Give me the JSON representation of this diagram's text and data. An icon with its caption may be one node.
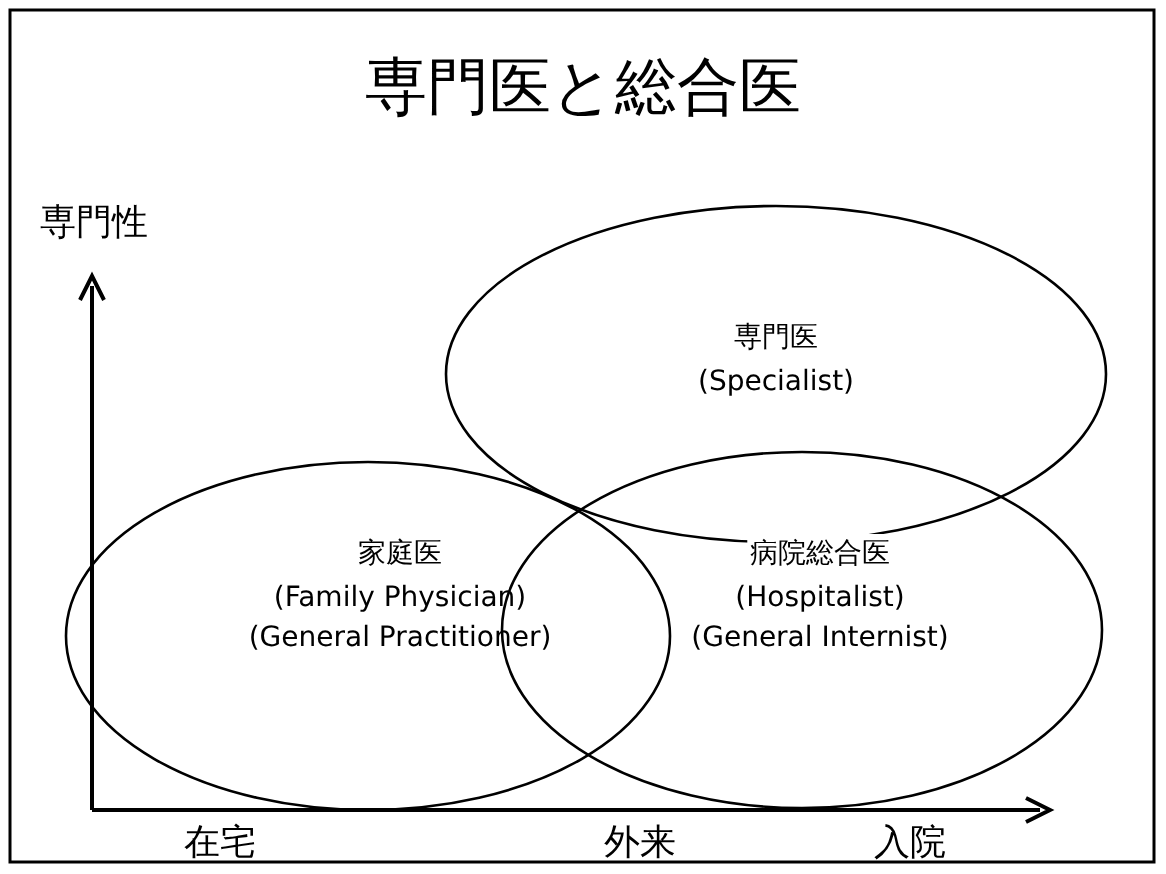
{
  "diagram": {
    "title": "専門医と総合医",
    "nodes": [
      {
        "text": [
          "専門医",
          "(Specialist)"
        ]
      },
      {
        "text": [
          "家庭医",
          "(Family Physician)",
          "(General Practitioner)"
        ]
      },
      {
        "text": [
          "病院総合医",
          "(Hospitalist)",
          "(General Internist)"
        ]
      }
    ],
    "edges": [],
    "labels": [
      "専門性",
      "在宅",
      "外来",
      "入院"
    ]
  }
}
